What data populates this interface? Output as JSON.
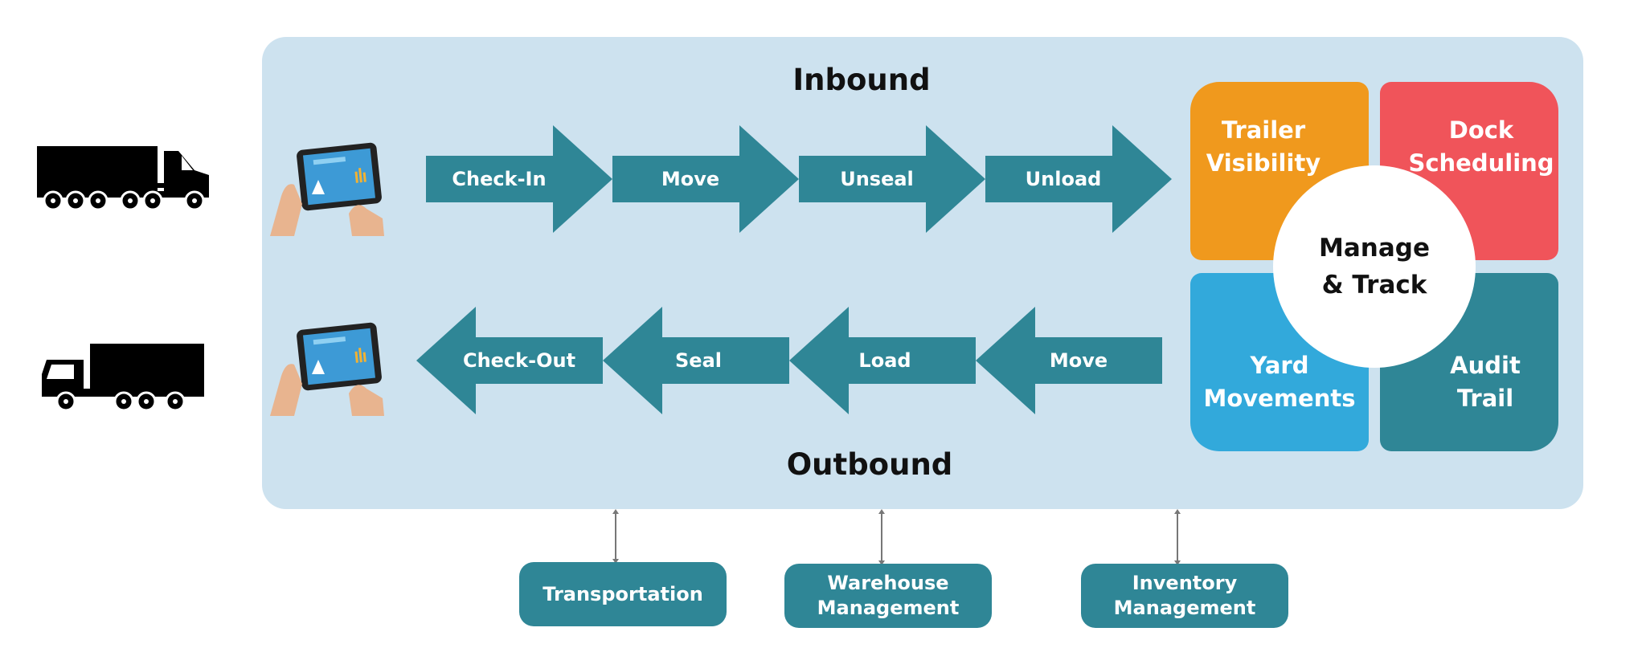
{
  "headings": {
    "inbound": "Inbound",
    "outbound": "Outbound"
  },
  "inbound_steps": [
    "Check-In",
    "Move",
    "Unseal",
    "Unload"
  ],
  "outbound_steps": [
    "Check-Out",
    "Seal",
    "Load",
    "Move"
  ],
  "quadrants": {
    "trailer_visibility": {
      "line1": "Trailer",
      "line2": "Visibility",
      "color": "#f0991d"
    },
    "dock_scheduling": {
      "line1": "Dock",
      "line2": "Scheduling",
      "color": "#f0545a"
    },
    "yard_movements": {
      "line1": "Yard",
      "line2": "Movements",
      "color": "#32a9db"
    },
    "audit_trail": {
      "line1": "Audit",
      "line2": "Trail",
      "color": "#2f8696"
    }
  },
  "center": {
    "line1": "Manage",
    "line2": "& Track"
  },
  "systems": [
    {
      "line1": "Transportation",
      "line2": ""
    },
    {
      "line1": "Warehouse",
      "line2": "Management"
    },
    {
      "line1": "Inventory",
      "line2": "Management"
    }
  ],
  "colors": {
    "panel": "#cde2ef",
    "arrow": "#2f8696",
    "skin": "#e8b48f",
    "tablet_screen": "#3d9ad6"
  },
  "icons": [
    "semi-truck-icon",
    "box-truck-icon",
    "tablet-hands-icon"
  ]
}
